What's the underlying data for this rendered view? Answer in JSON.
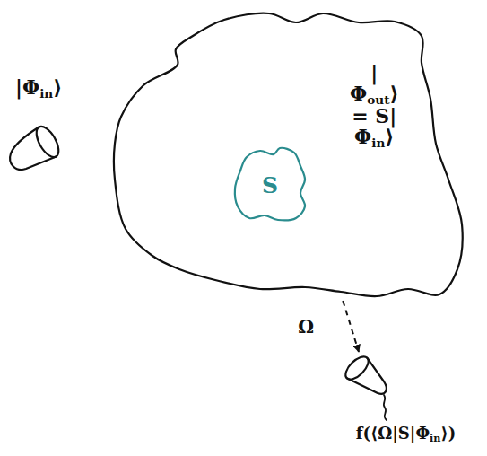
{
  "diagram": {
    "nodes": [
      {
        "text": [
          "|Φout⟩ = S|Φin⟩"
        ]
      },
      {
        "text": [
          "S"
        ],
        "in": 0
      },
      {
        "text": [
          "|Φin⟩"
        ]
      },
      {
        "text": [
          "f(⟨Ω|S|Φin⟩)"
        ]
      }
    ],
    "edges": [
      {
        "from": 0,
        "to": 3,
        "arrow": "to",
        "label": "Ω"
      }
    ]
  }
}
